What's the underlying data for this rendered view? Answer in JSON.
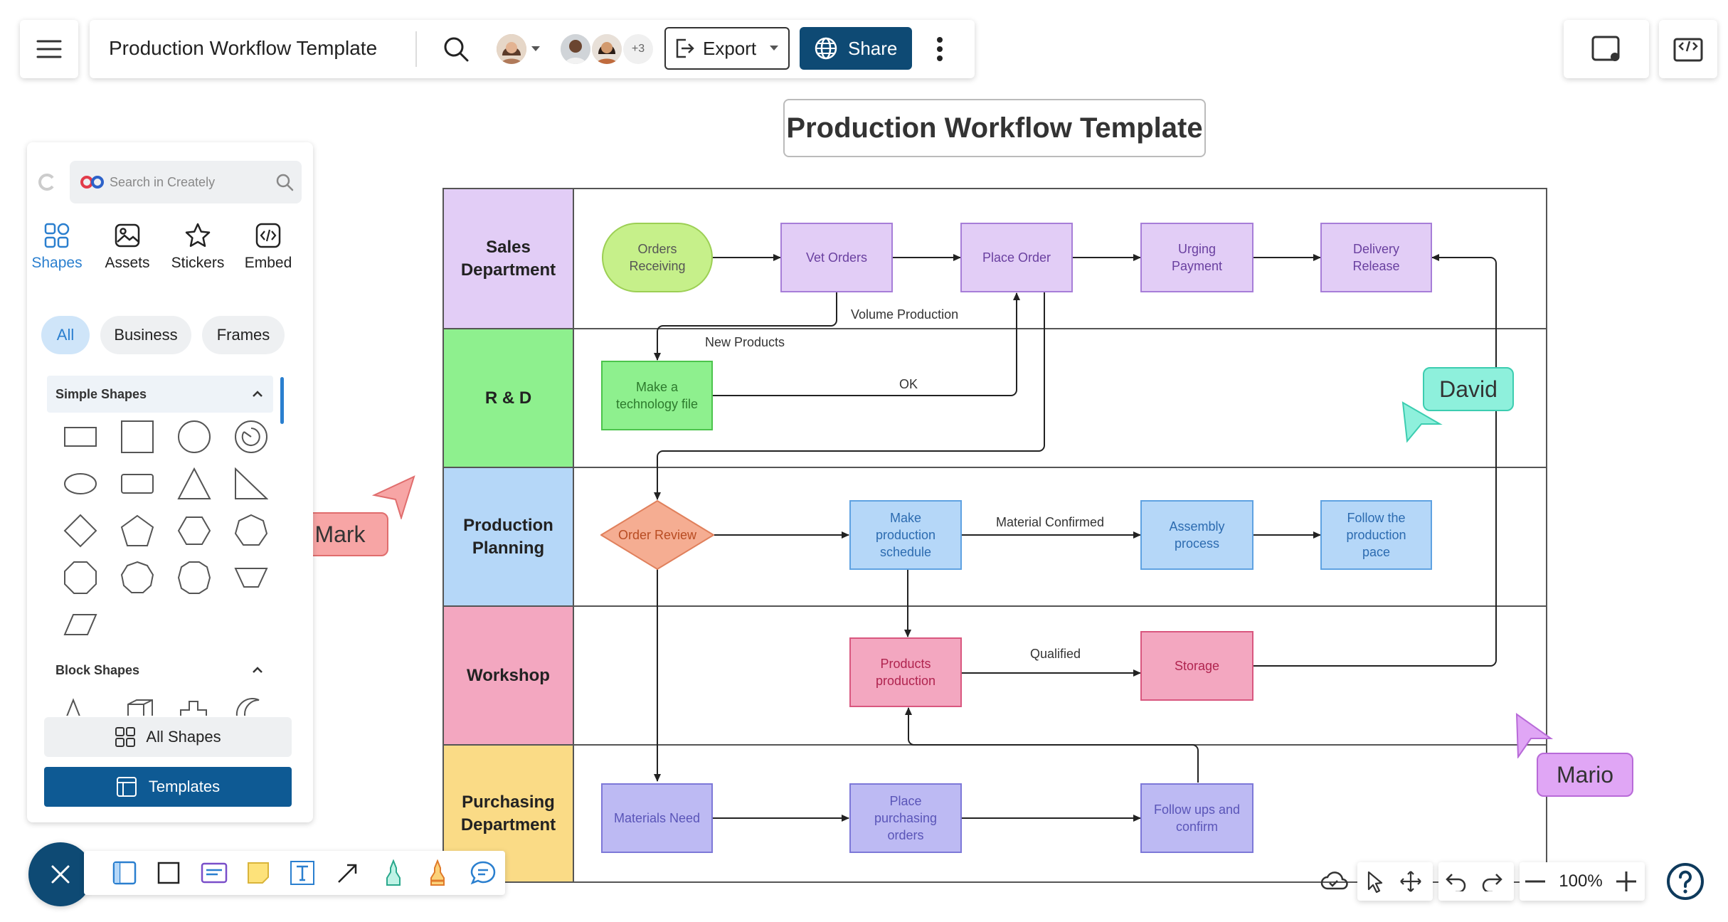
{
  "header": {
    "doc_title": "Production Workflow Template",
    "extra_collaborators": "+3",
    "export_label": "Export",
    "share_label": "Share"
  },
  "canvas": {
    "title": "Production Workflow Template"
  },
  "left_panel": {
    "search_placeholder": "Search in Creately",
    "tabs": [
      {
        "label": "Shapes",
        "icon": "shapes-icon"
      },
      {
        "label": "Assets",
        "icon": "image-icon"
      },
      {
        "label": "Stickers",
        "icon": "star-icon"
      },
      {
        "label": "Embed",
        "icon": "embed-icon"
      }
    ],
    "filters": [
      "All",
      "Business",
      "Frames"
    ],
    "section_simple": "Simple Shapes",
    "section_block": "Block Shapes",
    "all_shapes_label": "All Shapes",
    "templates_label": "Templates"
  },
  "lanes": [
    "Sales Department",
    "R & D",
    "Production Planning",
    "Workshop",
    "Purchasing Department"
  ],
  "nodes": {
    "orders_receiving": "Orders Receiving",
    "vet_orders": "Vet Orders",
    "place_order": "Place Order",
    "urging_payment": "Urging Payment",
    "delivery_release": "Delivery Release",
    "make_tech_file": "Make a technology file",
    "order_review": "Order Review",
    "make_prod_schedule": "Make production schedule",
    "assembly_process": "Assembly process",
    "follow_prod_pace": "Follow the production pace",
    "products_production": "Products production",
    "storage": "Storage",
    "materials_need": "Materials Need",
    "place_purchasing_orders": "Place purchasing orders",
    "follow_ups_confirm": "Follow ups and confirm"
  },
  "edge_labels": {
    "volume_production": "Volume Production",
    "new_products": "New Products",
    "ok": "OK",
    "material_confirmed": "Material Confirmed",
    "qualified": "Qualified"
  },
  "cursors": {
    "mark": "Mark",
    "david": "David",
    "mario": "Mario"
  },
  "bottom_bar": {
    "zoom": "100%"
  },
  "colors": {
    "brand_dark": "#0e4a74",
    "sales_lane": "#e2cdf6",
    "rd_lane": "#8ef08e",
    "planning_lane": "#b5d7f8",
    "workshop_lane": "#f3a7c0",
    "purchasing_lane": "#fadb86"
  }
}
